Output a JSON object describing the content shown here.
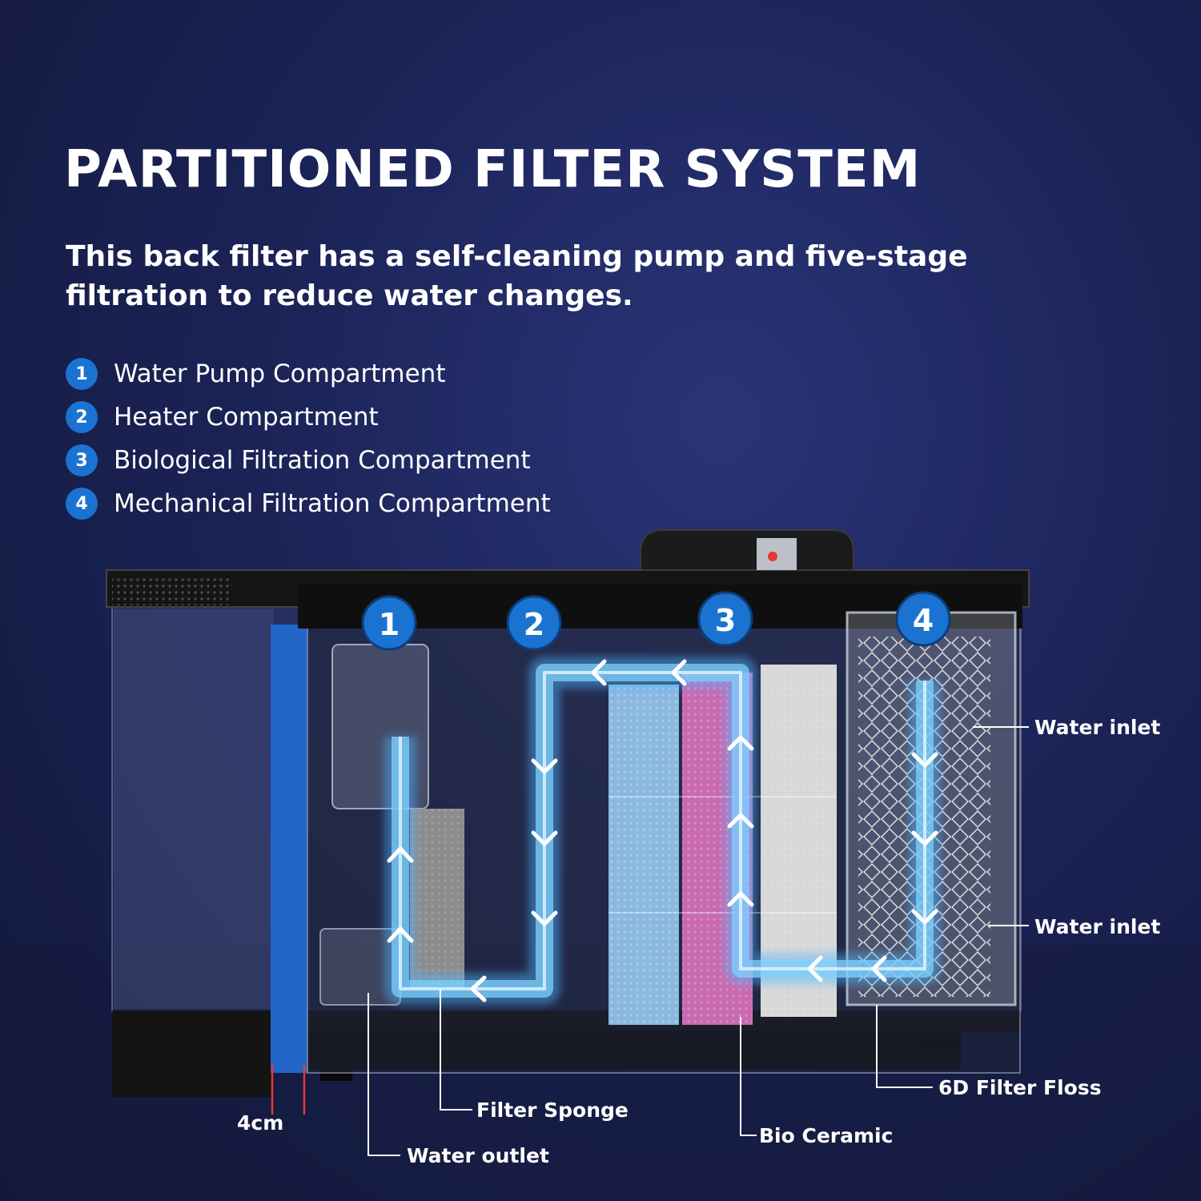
{
  "heading": "PARTITIONED FILTER SYSTEM",
  "subheading": "This back filter has a self-cleaning pump and five-stage filtration to reduce water changes.",
  "legend": [
    {
      "number": "1",
      "label": "Water Pump Compartment"
    },
    {
      "number": "2",
      "label": "Heater Compartment"
    },
    {
      "number": "3",
      "label": "Biological Filtration Compartment"
    },
    {
      "number": "4",
      "label": "Mechanical Filtration Compartment"
    }
  ],
  "badges": [
    "1",
    "2",
    "3",
    "4"
  ],
  "callouts": {
    "water_inlet_top": "Water inlet",
    "water_inlet_bottom": "Water inlet",
    "filter_floss": "6D Filter Floss",
    "filter_sponge": "Filter Sponge",
    "bio_ceramic": "Bio Ceramic",
    "water_outlet": "Water outlet",
    "width": "4cm"
  },
  "colors": {
    "badge_blue": "#1a73d0",
    "flow_blue": "#4fb6ff",
    "tank_frame": "#111111",
    "side_panel": "#2266c8",
    "media_blue": "#8ab8e0",
    "media_pink": "#c96ab0",
    "media_white": "#d8d8d8"
  },
  "icons": {
    "badge": "numbered-circle-icon",
    "flow": "flow-arrow-icon"
  }
}
